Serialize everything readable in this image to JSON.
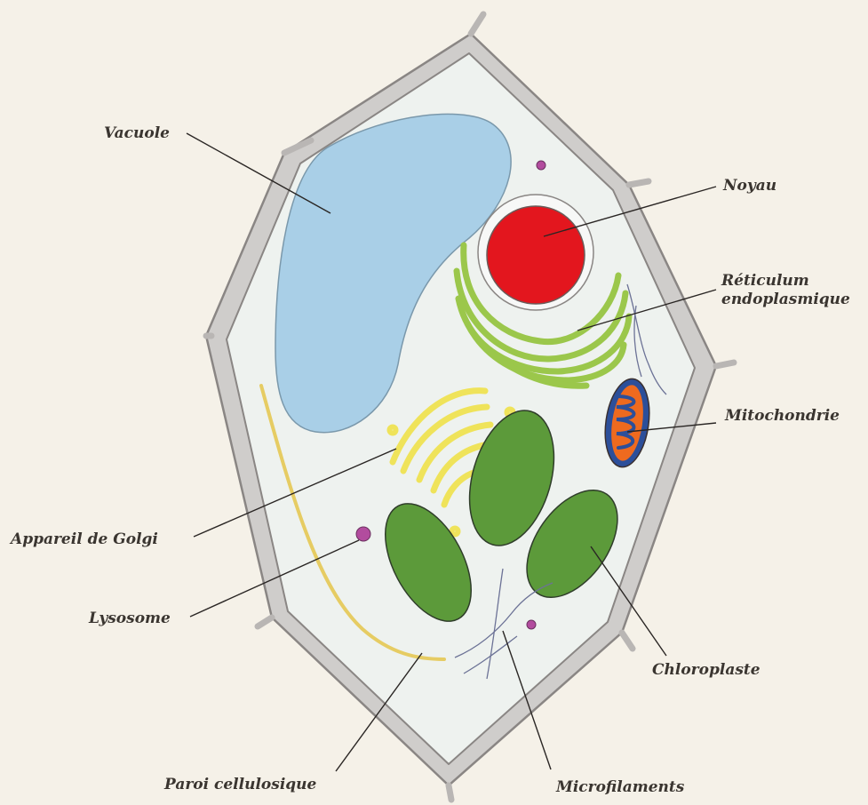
{
  "labels": {
    "vacuole": "Vacuole",
    "noyau": "Noyau",
    "reticulum_1": "Réticulum",
    "reticulum_2": "endoplasmique",
    "mitochondrie": "Mitochondrie",
    "golgi": "Appareil de Golgi",
    "lysosome": "Lysosome",
    "chloroplaste": "Chloroplaste",
    "paroi": "Paroi cellulosique",
    "microfilaments": "Microfilaments"
  },
  "colors": {
    "background": "#f5f1e8",
    "cell_wall": "#c9c7c6",
    "cytoplasm": "#eef2ef",
    "vacuole": "#a9cfe7",
    "nucleus": "#e3161e",
    "reticulum": "#9bc74b",
    "golgi": "#efe35a",
    "mitochondria_outer": "#2c4f9a",
    "mitochondria_inner": "#ee6a1f",
    "chloroplast": "#5c9a3a",
    "lysosome": "#b24c9e",
    "fiber": "#e6cc63"
  }
}
